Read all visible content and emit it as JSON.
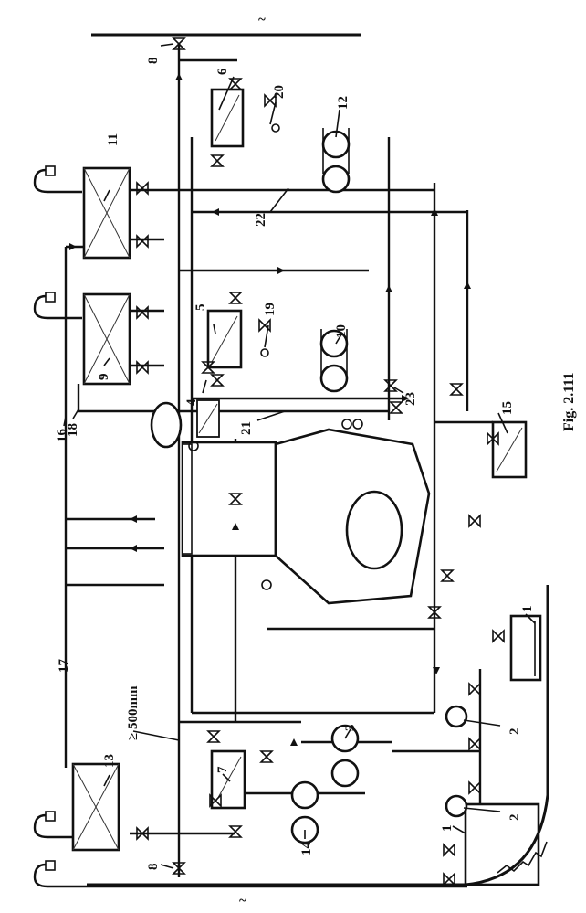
{
  "figure": {
    "caption": "Fig. 2.111",
    "dimension_note": "≥ 500mm",
    "tilde_top": "~",
    "tilde_bottom": "~"
  },
  "labels": {
    "n1a": "1",
    "n1b": "1",
    "n2a": "2",
    "n2b": "2",
    "n3": "3",
    "n4": "4",
    "n5": "5",
    "n6": "6",
    "n7": "7",
    "n8a": "8",
    "n8b": "8",
    "n9": "9",
    "n10": "10",
    "n11": "11",
    "n12": "12",
    "n13": "13",
    "n14": "14",
    "n15": "15",
    "n16": "16",
    "n17": "17",
    "n18": "18",
    "n19": "19",
    "n20": "20",
    "n21": "21",
    "n22": "22",
    "n23": "23"
  }
}
